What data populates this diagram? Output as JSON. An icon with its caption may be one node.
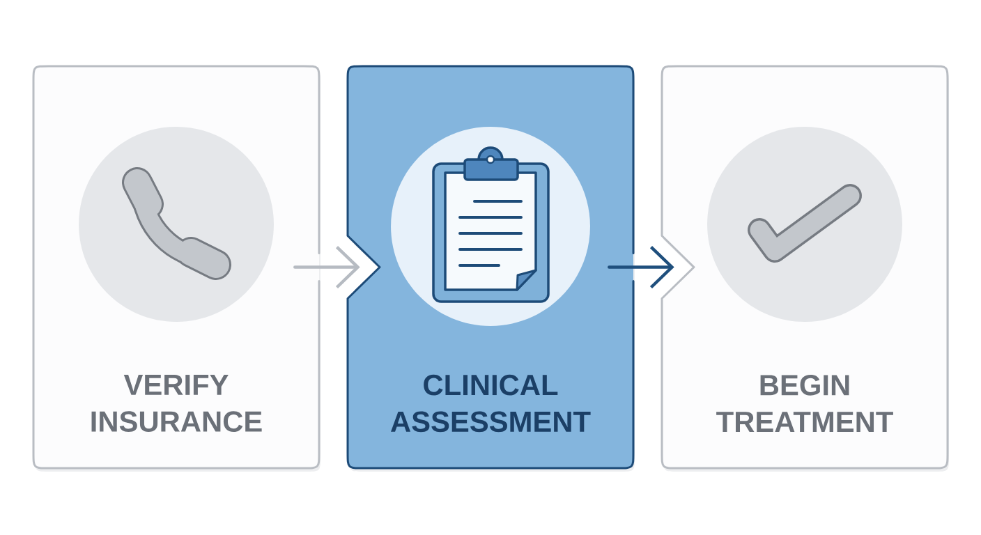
{
  "diagram": {
    "nodes": [
      {
        "text": [
          "VERIFY INSURANCE"
        ]
      },
      {
        "text": [
          "CLINICAL ASSESSMENT"
        ]
      },
      {
        "text": [
          "BEGIN TREATMENT"
        ]
      }
    ],
    "edges": [
      {
        "from": 0,
        "to": 1,
        "arrow": "to",
        "color": "#b6bbc2"
      },
      {
        "from": 1,
        "to": 2,
        "arrow": "to",
        "color": "#1f4f7d"
      }
    ]
  }
}
